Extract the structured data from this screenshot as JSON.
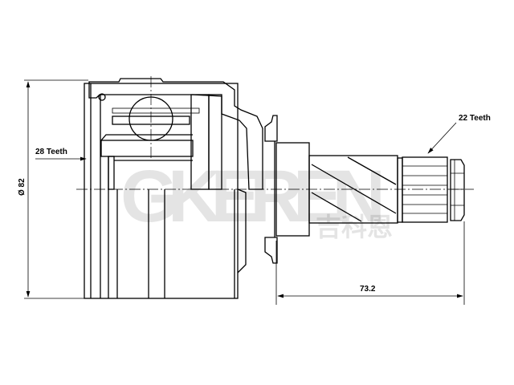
{
  "drawing": {
    "diameter_label": "Ø 82",
    "inner_spline_label": "28 Teeth",
    "outer_spline_label": "22 Teeth",
    "length_label": "73.2"
  },
  "watermark": {
    "brand": "GKEREN",
    "brand_cn": "吉科恩"
  },
  "colors": {
    "line": "#000000",
    "background": "#ffffff",
    "watermark": "#e6e6e6"
  }
}
